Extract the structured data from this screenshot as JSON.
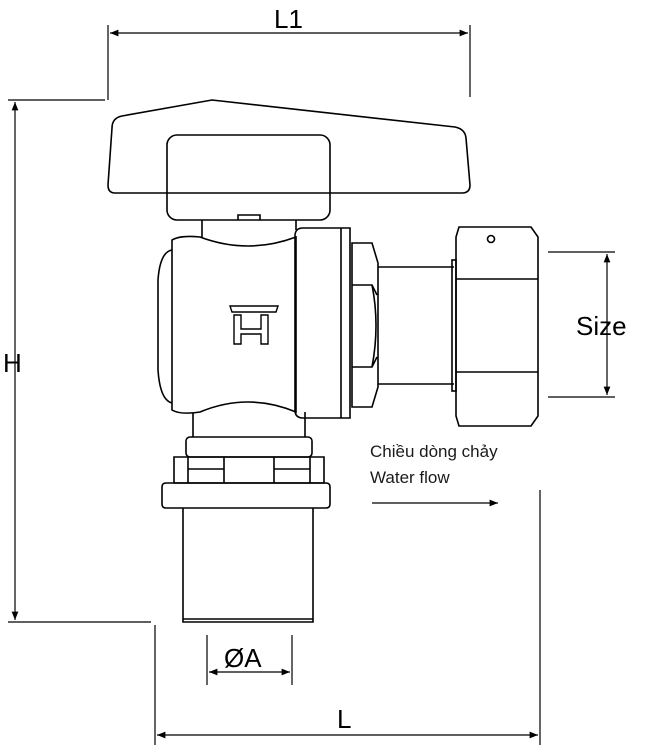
{
  "dimensions": {
    "L1": "L1",
    "H": "H",
    "size": "Size",
    "diameter_a": "ØA",
    "L": "L"
  },
  "flow": {
    "vietnamese": "Chiều dòng chảy",
    "english": "Water flow"
  },
  "logo_text": "H"
}
